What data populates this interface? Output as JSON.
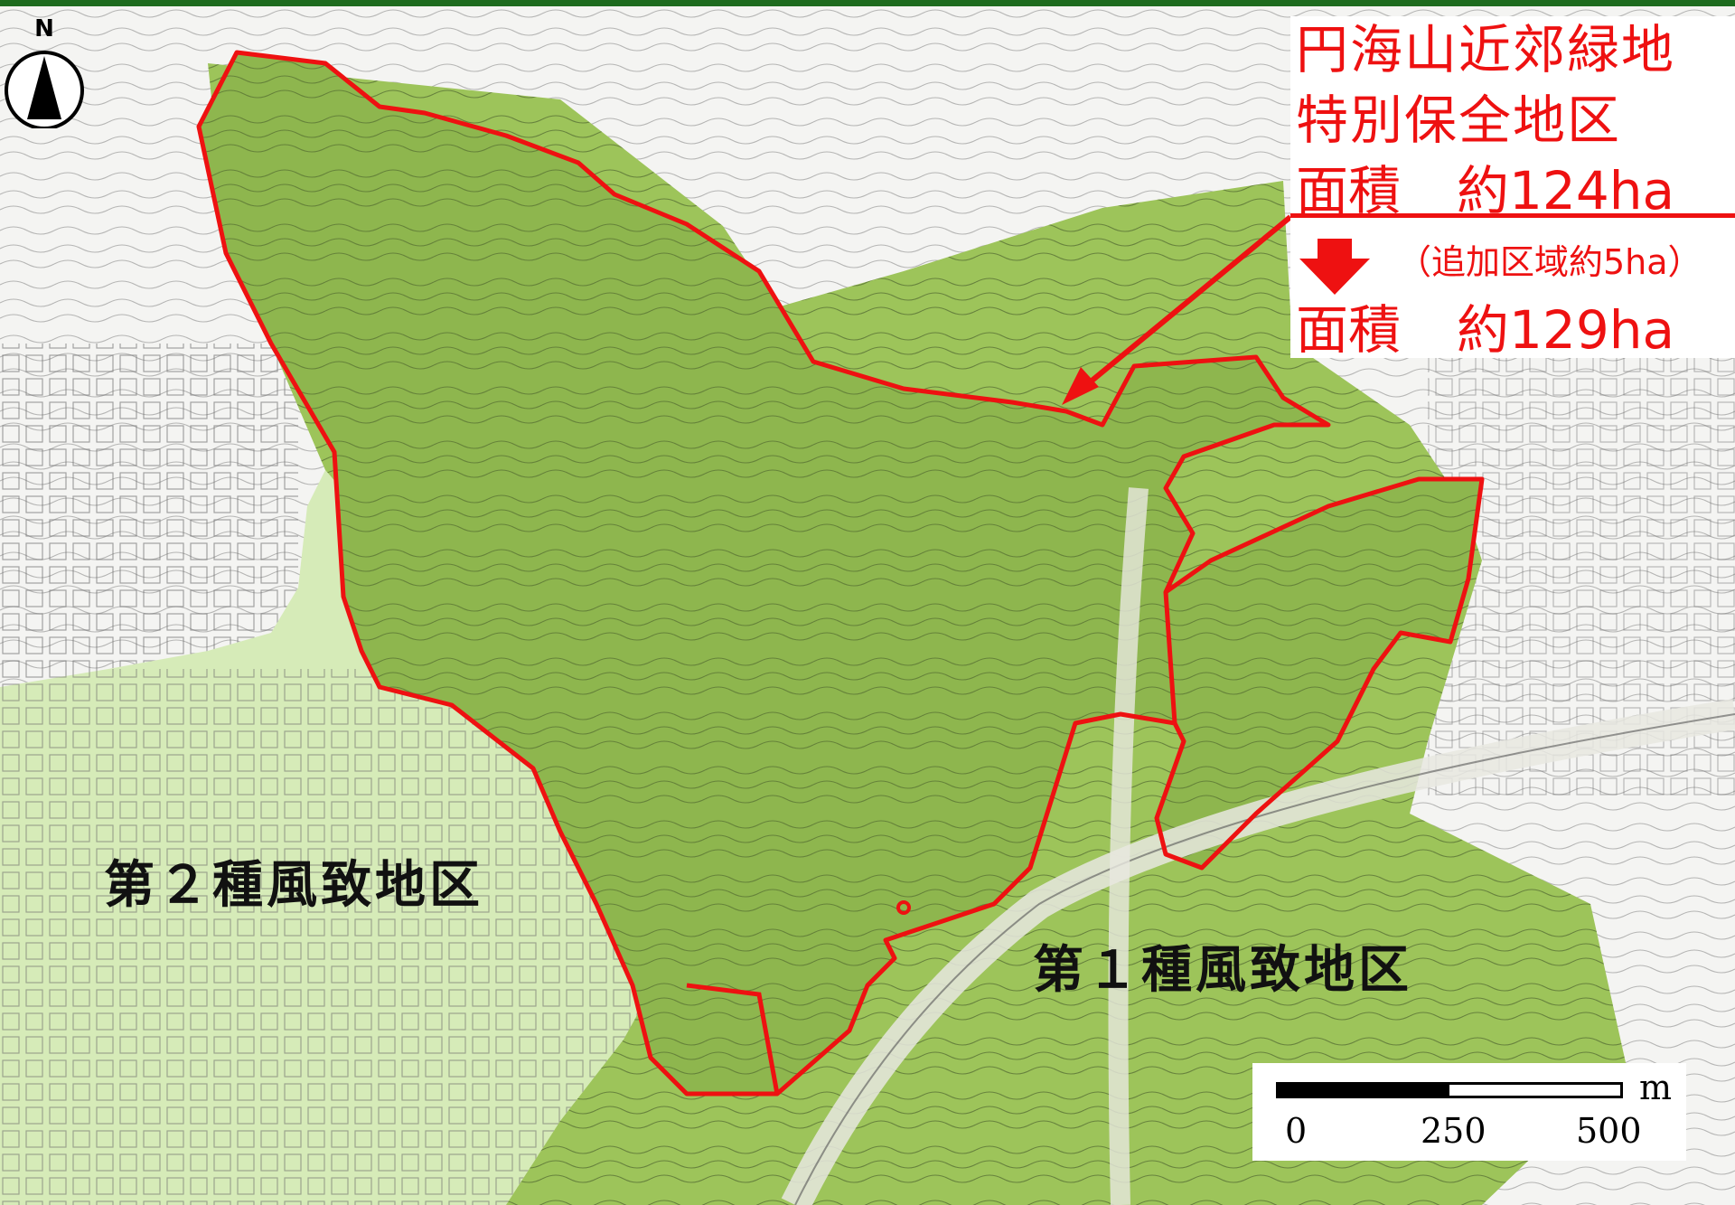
{
  "colors": {
    "border": "#1e6b1e",
    "zone1_fill": "#9dc45a",
    "zone2_fill": "#d6ebb8",
    "preserve_fill": "#8eb64e",
    "boundary": "#ee1111",
    "text_red": "#ee1111",
    "background": "#f4f4f2"
  },
  "north": {
    "label": "N"
  },
  "info": {
    "title_line1": "円海山近郊緑地",
    "title_line2": "特別保全地区",
    "area_label": "面積",
    "area_before": "約124ha",
    "addition_note": "（追加区域約5ha）",
    "area_after": "約129ha"
  },
  "zones": {
    "zone2": "第２種風致地区",
    "zone1": "第１種風致地区"
  },
  "scale": {
    "unit": "m",
    "ticks": [
      "0",
      "250",
      "500"
    ],
    "filled_fraction": 0.5
  }
}
